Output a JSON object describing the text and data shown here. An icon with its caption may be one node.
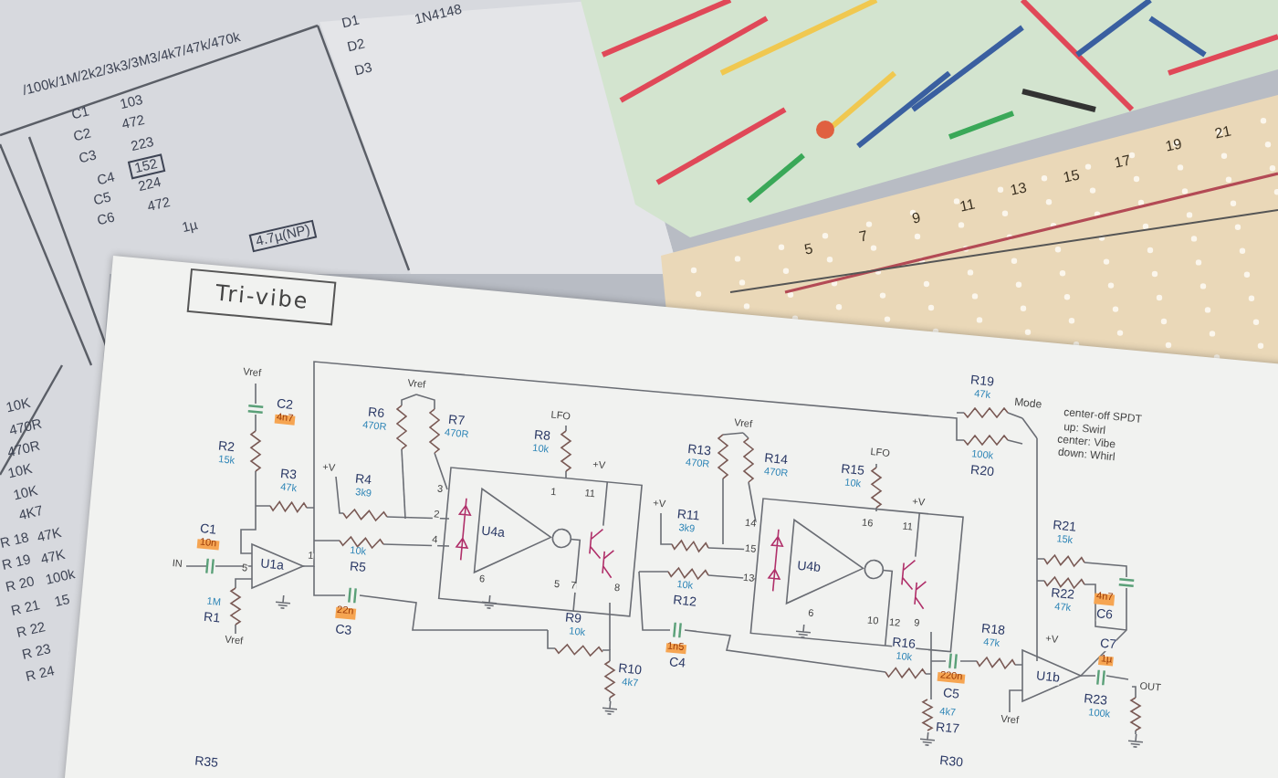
{
  "diagram": {
    "nodes": [
      {
        "text": [
          "Tri-vibe"
        ]
      }
    ],
    "labels": [
      "/100k/1M/2k2/3k3/3M3/4k7/47k/470k",
      "D1",
      "D2",
      "D3",
      "1N4148",
      "C1",
      "103",
      "C2",
      "472",
      "C3",
      "223",
      "C4",
      "152",
      "C5",
      "224",
      "C6",
      "472",
      "1µ",
      "4.7µ(NP)",
      "10K",
      "470R",
      "470R",
      "10K",
      "10K",
      "4K7",
      "R 18",
      "47K",
      "R 19",
      "47K",
      "R 20",
      "100k",
      "R 21",
      "15",
      "R 22",
      "R 23",
      "R 24",
      "Vref",
      "C2",
      "4n7",
      "R2",
      "15k",
      "R3",
      "47k",
      "C1",
      "10n",
      "IN",
      "U1a",
      "1",
      "5",
      "1M",
      "R1",
      "Vref",
      "Vref",
      "R6",
      "470R",
      "R7",
      "470R",
      "+V",
      "R4",
      "3k9",
      "3",
      "2",
      "4",
      "10k",
      "R5",
      "U4a",
      "LFO",
      "R8",
      "10k",
      "1",
      "+V",
      "11",
      "6",
      "5",
      "7",
      "8",
      "22n",
      "C3",
      "R9",
      "10k",
      "R10",
      "4k7",
      "Vref",
      "R13",
      "470R",
      "R14",
      "470R",
      "LFO",
      "R15",
      "10k",
      "+V",
      "R11",
      "3k9",
      "14",
      "15",
      "13",
      "16",
      "+V",
      "11",
      "U4b",
      "10k",
      "R12",
      "6",
      "10",
      "12",
      "9",
      "1n5",
      "C4",
      "R19",
      "47k",
      "Mode",
      "center-off SPDT",
      "up: Swirl",
      "center: Vibe",
      "down: Whirl",
      "100k",
      "R20",
      "R21",
      "15k",
      "R22",
      "47k",
      "4n7",
      "C6",
      "R18",
      "47k",
      "R16",
      "10k",
      "+V",
      "C7",
      "1µ",
      "U1b",
      "220n",
      "C5",
      "OUT",
      "R23",
      "100k",
      "Vref",
      "4k7",
      "R17",
      "R30",
      "R35",
      "5",
      "7",
      "9",
      "11",
      "13",
      "15",
      "17",
      "19",
      "21"
    ]
  }
}
